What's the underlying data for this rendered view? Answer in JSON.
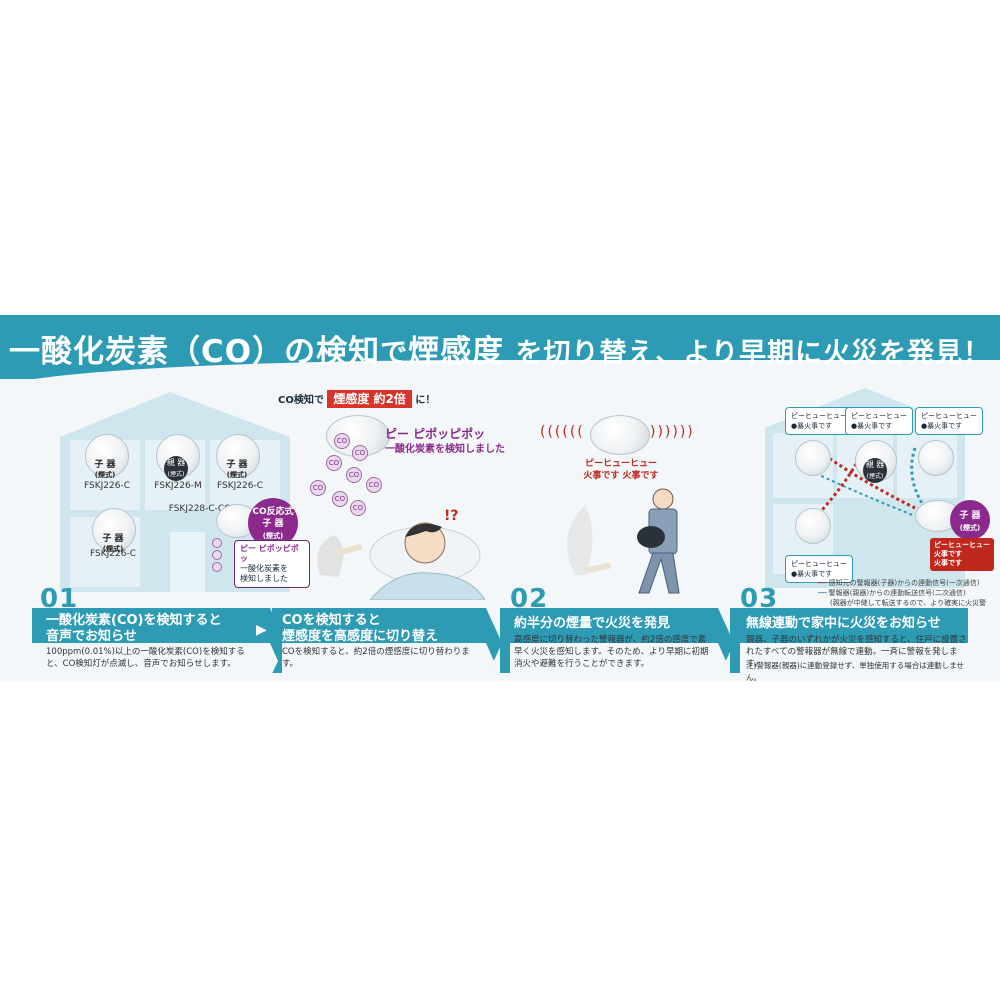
{
  "headline": {
    "part1": "一酸化炭素（CO）の検知",
    "part2": "で",
    "part3": "煙感度",
    "part4": "を切り替え、より早期に火災を発見！"
  },
  "left_house": {
    "detectors": [
      {
        "label": "子 器",
        "sub": "(煙式)",
        "model": "FSKJ226-C"
      },
      {
        "label": "親 器",
        "sub": "(煙式)",
        "model": "FSKJ226-M"
      },
      {
        "label": "子 器",
        "sub": "(煙式)",
        "model": "FSKJ226-C"
      },
      {
        "label": "子 器",
        "sub": "(煙式)",
        "model": "FSKJ226-C"
      }
    ],
    "co_model": "FSKJ228-C-CO",
    "co_badge": {
      "line1": "CO反応式",
      "line2": "子 器",
      "line3": "(煙式)"
    },
    "alert_bubble": {
      "line1": "ピー ピポッピポッ",
      "line2": "一酸化炭素を",
      "line3": "検知しました"
    }
  },
  "bed_scene": {
    "callout_prefix": "CO検知で",
    "callout_highlight": "煙感度 約2倍",
    "callout_suffix": "に！",
    "sound": "ピー ピポッピポッ",
    "message": "一酸化炭素を検知しました",
    "exclaim": "!?"
  },
  "fire_scene": {
    "sound": "ピーヒューヒュー",
    "message": "火事です 火事です"
  },
  "right_house": {
    "bubbles": [
      {
        "sound": "ピーヒューヒュー",
        "msg": "●暴火事です"
      },
      {
        "sound": "ピーヒューヒュー",
        "msg": "●暴火事です"
      },
      {
        "sound": "ピーヒューヒュー",
        "msg": "●暴火事です"
      },
      {
        "sound": "ピーヒューヒュー",
        "msg": "●暴火事です"
      }
    ],
    "parent_label": "親 器",
    "parent_sub": "(煙式)",
    "alarm_box": {
      "sound": "ピーヒューヒュー",
      "line1": "火事です",
      "line2": "火事です"
    },
    "child_badge": {
      "line1": "子 器",
      "line2": "(煙式)"
    },
    "legend": [
      "感知元の警報器(子器)からの連動信号(一次通信)",
      "警報器(親器)からの連動転送信号(二次通信)",
      "(親器が中継して転送するので、より確実に火災警報連動させる)"
    ]
  },
  "steps": {
    "s01": {
      "num": "01",
      "title1": "一酸化炭素(CO)を検知すると",
      "title2": "音声でお知らせ",
      "body": "100ppm(0.01%)以上の一酸化炭素(CO)を検知すると、CO検知灯が点滅し、音声でお知らせします。"
    },
    "s01b": {
      "title1": "COを検知すると",
      "title2": "煙感度を高感度に切り替え",
      "body": "COを検知すると、約2倍の煙感度に切り替わります。"
    },
    "s02": {
      "num": "02",
      "title": "約半分の煙量で火災を発見",
      "body": "高感度に切り替わった警報器が、約2倍の感度で素早く火災を感知します。そのため、より早期に初期消火や避難を行うことができます。"
    },
    "s03": {
      "num": "03",
      "title": "無線連動で家中に火災をお知らせ",
      "body": "親器、子器のいずれかが火災を感知すると、住戸に設置されたすべての警報器が無線で連動。一斉に警報を発します。",
      "note": "注)警報器(親器)に連動登録せず、単独使用する場合は連動しません。"
    }
  },
  "colors": {
    "accent": "#2e9bb5",
    "purple": "#8b2a8c",
    "red": "#c0281e"
  }
}
